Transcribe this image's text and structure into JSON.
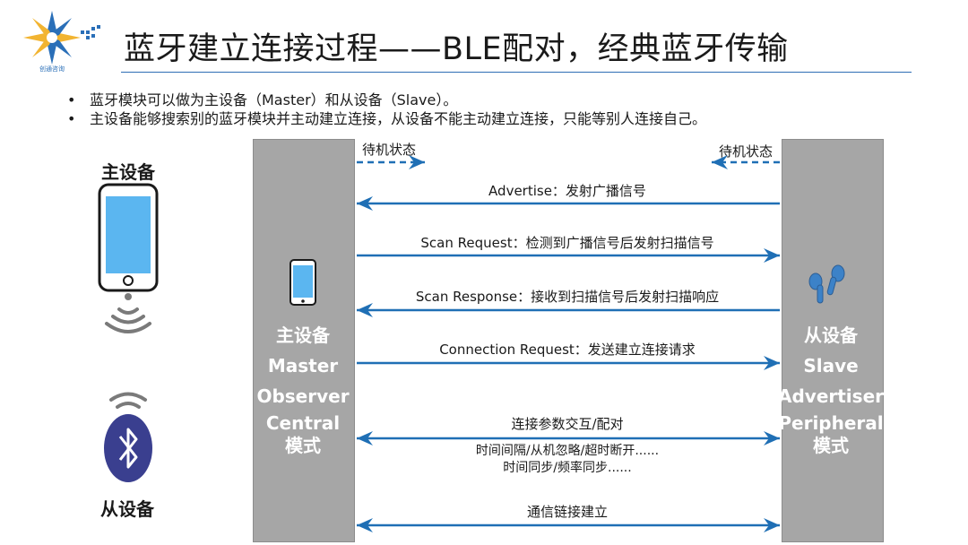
{
  "logo": {
    "caption": "创通咨询"
  },
  "title": "蓝牙建立连接过程——BLE配对，经典蓝牙传输",
  "bullets": [
    "蓝牙模块可以做为主设备（Master）和从设备（Slave）。",
    "主设备能够搜索别的蓝牙模块并主动建立连接，从设备不能主动建立连接，只能等别人连接自己。"
  ],
  "left_labels": {
    "master": "主设备",
    "slave": "从设备"
  },
  "master_panel": {
    "lines": [
      "主设备",
      "Master",
      "Observer",
      "Central",
      "模式"
    ]
  },
  "slave_panel": {
    "lines": [
      "从设备",
      "Slave",
      "Advertiser",
      "Peripheral",
      "模式"
    ]
  },
  "standby": {
    "left": "待机状态",
    "right": "待机状态"
  },
  "messages": [
    {
      "label": "Advertise：发射广播信号",
      "direction": "to-master"
    },
    {
      "label": "Scan Request：检测到广播信号后发射扫描信号",
      "direction": "to-slave"
    },
    {
      "label": "Scan Response：接收到扫描信号后发射扫描响应",
      "direction": "to-master"
    },
    {
      "label": "Connection Request：发送建立连接请求",
      "direction": "to-slave"
    },
    {
      "label": "连接参数交互/配对",
      "direction": "both",
      "notes": [
        "时间间隔/从机忽略/超时断开......",
        "时间同步/频率同步......"
      ]
    },
    {
      "label": "通信链接建立",
      "direction": "both"
    }
  ],
  "colors": {
    "arrow": "#1f6fb5",
    "panel": "#a6a6a6",
    "accent": "#2e6db5",
    "phone_screen": "#5bb6f0",
    "bluetooth": "#3a3f8f"
  },
  "icons": [
    "sunburst-logo-icon",
    "phone-icon",
    "signal-waves-icon",
    "bluetooth-icon",
    "earbuds-icon"
  ]
}
